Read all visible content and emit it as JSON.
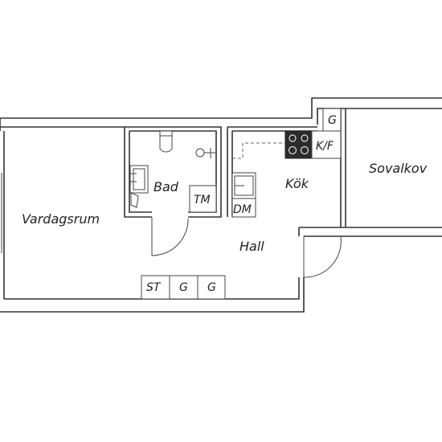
{
  "rooms": {
    "vardagsrum": "Vardagsrum",
    "bad": "Bad",
    "kok": "Kök",
    "sovalkov": "Sovalkov",
    "hall": "Hall"
  },
  "fixtures": {
    "tm": "TM",
    "dm": "DM",
    "kf": "K/F",
    "g_top": "G",
    "st": "ST",
    "g1": "G",
    "g2": "G"
  }
}
